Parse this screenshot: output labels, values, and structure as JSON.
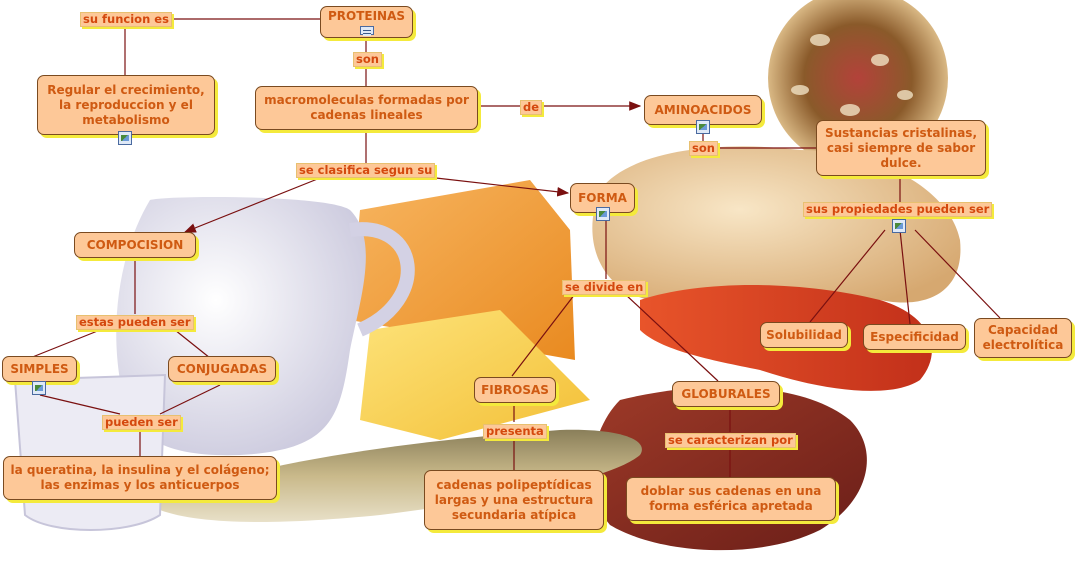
{
  "colors": {
    "node_bg": "#fdc898",
    "text": "#cf5a12",
    "link": "#7a1010",
    "shadow": "#f4ea3c"
  },
  "nodes": {
    "proteinas": "PROTEINAS",
    "regular": "Regular el crecimiento, la reproduccion y el metabolismo",
    "macromoleculas": "macromoleculas formadas por cadenas lineales",
    "aminoacidos": "AMINOACIDOS",
    "sustancias": "Sustancias cristalinas, casi siempre de sabor dulce.",
    "forma": "FORMA",
    "composicion": "COMPOCISION",
    "simples": "SIMPLES",
    "conjugadas": "CONJUGADAS",
    "queratina": "la queratina, la insulina y el colágeno; las enzimas y los anticuerpos",
    "fibrosas": "FIBROSAS",
    "globurales": "GLOBURALES",
    "cadenas": "cadenas polipeptídicas largas y una estructura secundaria atípica",
    "doblar": "doblar sus cadenas en una forma esférica apretada",
    "solubilidad": "Solubilidad",
    "especificidad": "Especificidad",
    "capacidad": "Capacidad electrolítica"
  },
  "links": {
    "su_funcion_es": "su funcion es",
    "son1": "son",
    "de": "de",
    "son2": "son",
    "se_clasifica": "se clasifica segun su",
    "estas_pueden": "estas pueden ser",
    "pueden_ser": "pueden ser",
    "se_divide": "se divide en",
    "presenta": "presenta",
    "se_caracterizan": "se caracterizan por",
    "propiedades": "sus propiedades pueden ser"
  },
  "icons": {
    "proteinas": "document-icon",
    "regular": "image-icon",
    "aminoacidos": "image-icon",
    "forma": "image-icon",
    "simples": "image-icon",
    "propiedades": "image-icon"
  }
}
